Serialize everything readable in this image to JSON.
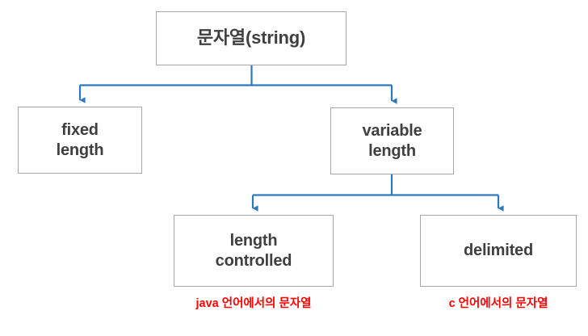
{
  "diagram": {
    "title_node": {
      "id": "root",
      "label": "문자열(string)"
    },
    "level2": [
      {
        "id": "fixed-length",
        "label": "fixed\nlength"
      },
      {
        "id": "variable-length",
        "label": "variable\nlength"
      }
    ],
    "level3": [
      {
        "id": "length-controlled",
        "label": "length\ncontrolled"
      },
      {
        "id": "delimited",
        "label": "delimited"
      }
    ],
    "annotations": [
      {
        "id": "java",
        "text": "java 언어에서의 문자열"
      },
      {
        "id": "c",
        "text": "c 언어에서의 문자열"
      }
    ],
    "colors": {
      "connector": "#2E79BD",
      "box_border": "#A6A6A6",
      "box_fill": "#FFFFFF",
      "text": "#404040",
      "annotation": "#FF0000",
      "background": "#FFFFFF"
    }
  }
}
